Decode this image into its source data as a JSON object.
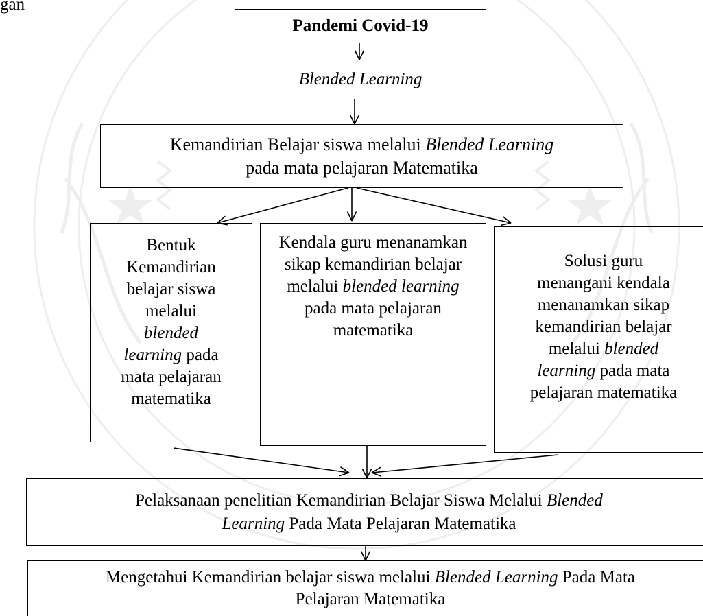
{
  "diagram": {
    "lead_text": "gan",
    "nodes": {
      "pandemi": {
        "parts": [
          {
            "text": "Pandemi Covid-19",
            "style": "bold"
          }
        ]
      },
      "blended": {
        "parts": [
          {
            "text": "Blended Learning",
            "style": "italic"
          }
        ]
      },
      "kemandirian": {
        "parts": [
          {
            "text": "Kemandirian Belajar siswa melalui ",
            "style": "normal"
          },
          {
            "text": "Blended Learning",
            "style": "italic"
          },
          {
            "text": " pada mata pelajaran Matematika",
            "style": "normal"
          }
        ]
      },
      "bentuk": {
        "parts": [
          {
            "text": "Bentuk Kemandirian belajar siswa melalui ",
            "style": "normal"
          },
          {
            "text": "blended learning",
            "style": "italic"
          },
          {
            "text": " pada mata pelajaran matematika",
            "style": "normal"
          }
        ]
      },
      "kendala": {
        "parts": [
          {
            "text": "Kendala guru menanamkan sikap kemandirian belajar melalui ",
            "style": "normal"
          },
          {
            "text": "blended learning",
            "style": "italic"
          },
          {
            "text": " pada mata pelajaran matematika",
            "style": "normal"
          }
        ]
      },
      "solusi": {
        "parts": [
          {
            "text": "Solusi guru menangani kendala menanamkan sikap kemandirian belajar melalui ",
            "style": "normal"
          },
          {
            "text": "blended learning",
            "style": "italic"
          },
          {
            "text": " pada mata pelajaran matematika",
            "style": "normal"
          }
        ]
      },
      "pelaksanaan": {
        "parts": [
          {
            "text": "Pelaksanaan penelitian Kemandirian Belajar Siswa Melalui ",
            "style": "normal"
          },
          {
            "text": "Blended Learning",
            "style": "italic"
          },
          {
            "text": " Pada Mata Pelajaran Matematika",
            "style": "normal"
          }
        ]
      },
      "mengetahui": {
        "parts": [
          {
            "text": "Mengetahui Kemandirian belajar siswa melalui ",
            "style": "normal"
          },
          {
            "text": "Blended Learning",
            "style": "italic"
          },
          {
            "text": " Pada Mata Pelajaran Matematika",
            "style": "normal"
          }
        ]
      }
    },
    "edges": [
      {
        "from": "pandemi",
        "to": "blended"
      },
      {
        "from": "blended",
        "to": "kemandirian"
      },
      {
        "from": "kemandirian",
        "to": "bentuk"
      },
      {
        "from": "kemandirian",
        "to": "kendala"
      },
      {
        "from": "kemandirian",
        "to": "solusi"
      },
      {
        "from": "bentuk",
        "to": "pelaksanaan"
      },
      {
        "from": "kendala",
        "to": "pelaksanaan"
      },
      {
        "from": "solusi",
        "to": "pelaksanaan"
      },
      {
        "from": "pelaksanaan",
        "to": "mengetahui"
      }
    ],
    "colors": {
      "stroke": "#000000",
      "watermark": "#9a9a9a"
    }
  }
}
